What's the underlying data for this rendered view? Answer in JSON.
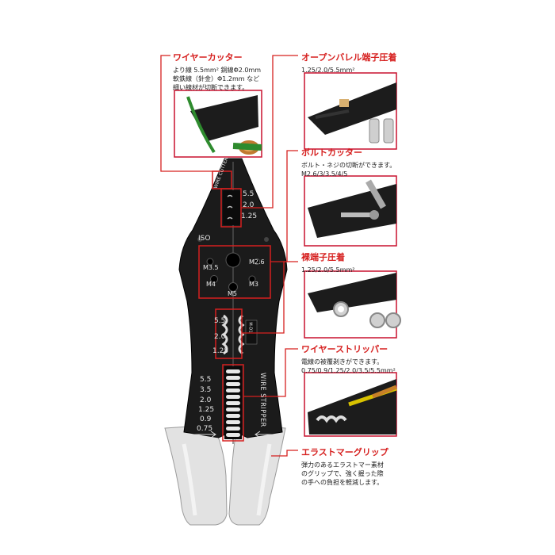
{
  "colors": {
    "accent": "#d6201f",
    "tool_body": "#1a1a1a",
    "grip": "#e2e2e2"
  },
  "tool": {
    "cutter_mark": "WIRE CUTTER",
    "open_sizes": [
      "5.5",
      "2.0",
      "1.25"
    ],
    "iso_label": "ISO",
    "bolt_sizes": [
      "M3.5",
      "M2.6",
      "M4",
      "M3",
      "M5"
    ],
    "bare_sizes": [
      "5.5",
      "2.0",
      "1.25"
    ],
    "strip_sizes": [
      "5.5",
      "3.5",
      "2.0",
      "1.25",
      "0.9",
      "0.75"
    ],
    "strip_text": "WIRE STRIPPER",
    "small_mark": "M-D1"
  },
  "callouts": {
    "wire_cutter": {
      "title": "ワイヤーカッター",
      "lines": [
        "より線 5.5mm² 銅線Φ2.0mm",
        "軟鉄線（針金）Φ1.2mm など",
        "細い線材が切断できます。"
      ]
    },
    "open_barrel": {
      "title": "オープンバレル端子圧着",
      "lines": [
        "1.25/2.0/5.5mm²"
      ]
    },
    "bolt_cutter": {
      "title": "ボルトカッター",
      "lines": [
        "ボルト・ネジの切断ができます。",
        "M2.6/3/3.5/4/5"
      ]
    },
    "bare_terminal": {
      "title": "裸端子圧着",
      "lines": [
        "1.25/2.0/5.5mm²"
      ]
    },
    "wire_stripper": {
      "title": "ワイヤーストリッパー",
      "lines": [
        "電線の被覆剥きができます。",
        "0.75/0.9/1.25/2.0/3.5/5.5mm²"
      ]
    },
    "elastomer_grip": {
      "title": "エラストマーグリップ",
      "lines": [
        "弾力のあるエラストマー素材",
        "のグリップで、強く握った際",
        "の手への負担を軽減します。"
      ]
    }
  }
}
